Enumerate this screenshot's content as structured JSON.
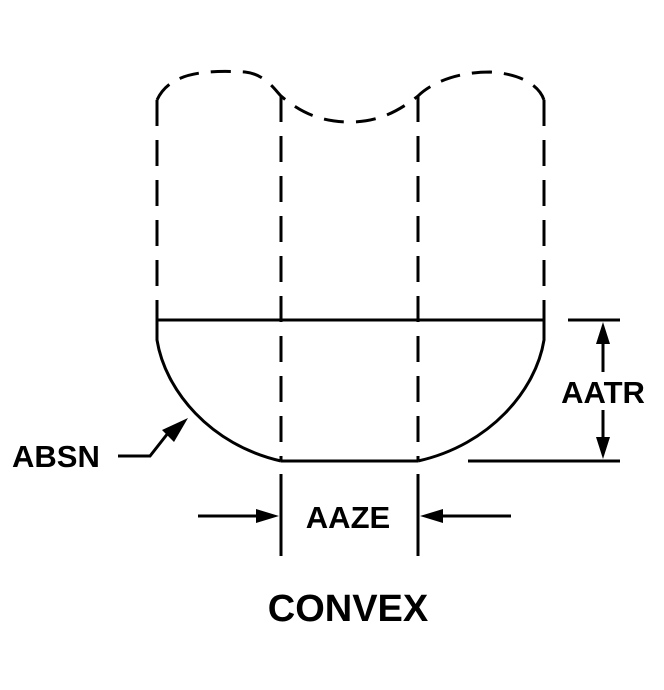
{
  "diagram": {
    "title": "CONVEX",
    "labels": {
      "height": "AATR",
      "width": "AAZE",
      "profile": "ABSN"
    }
  }
}
